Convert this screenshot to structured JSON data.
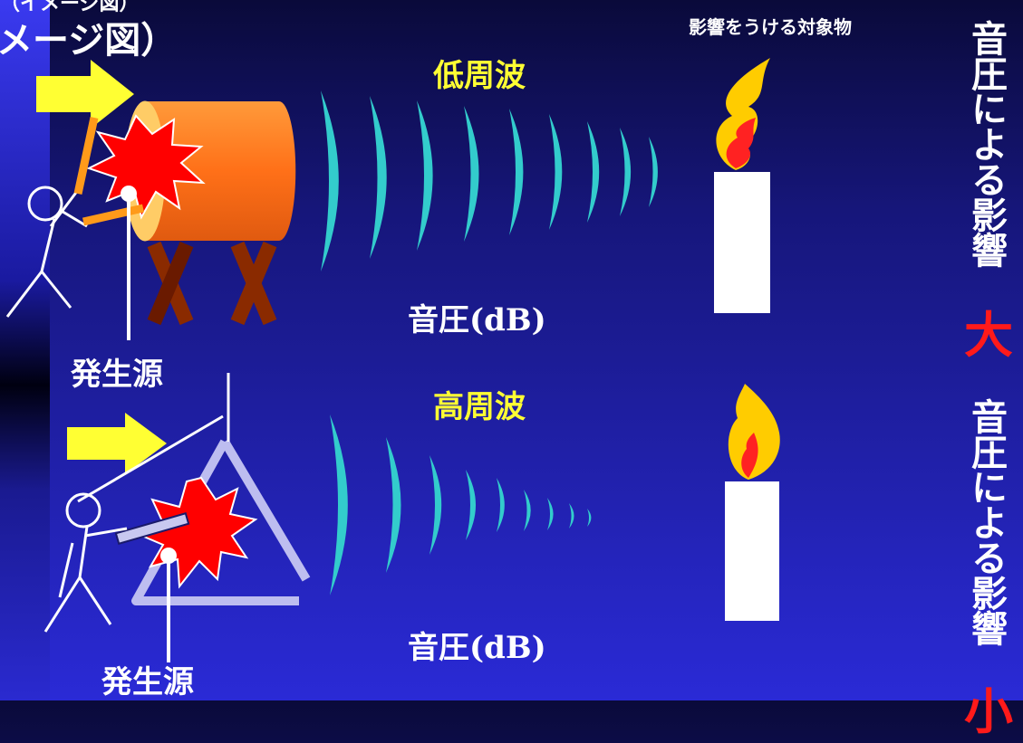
{
  "title": {
    "top_fragment": "（イメージ図）",
    "text": "メージ図）"
  },
  "labels": {
    "low_freq": "低周波",
    "high_freq": "高周波",
    "target_object": "影響をうける対象物",
    "pressure_upper": "音圧(dB)",
    "pressure_lower": "音圧(dB)",
    "source_upper": "発生源",
    "source_lower": "発生源"
  },
  "side": {
    "effect_upper": "音圧による影響",
    "effect_upper_level": "大",
    "effect_lower": "音圧による影響",
    "effect_lower_level": "小"
  },
  "colors": {
    "arrow": "#ffff33",
    "drum_body": "#ff7a1a",
    "wave": "#33cccc",
    "flame_outer": "#ffcc00",
    "flame_inner": "#ff2222",
    "burst": "#ff0000",
    "highlight_text": "#ffff33",
    "effect_level": "#ff1a1a"
  }
}
